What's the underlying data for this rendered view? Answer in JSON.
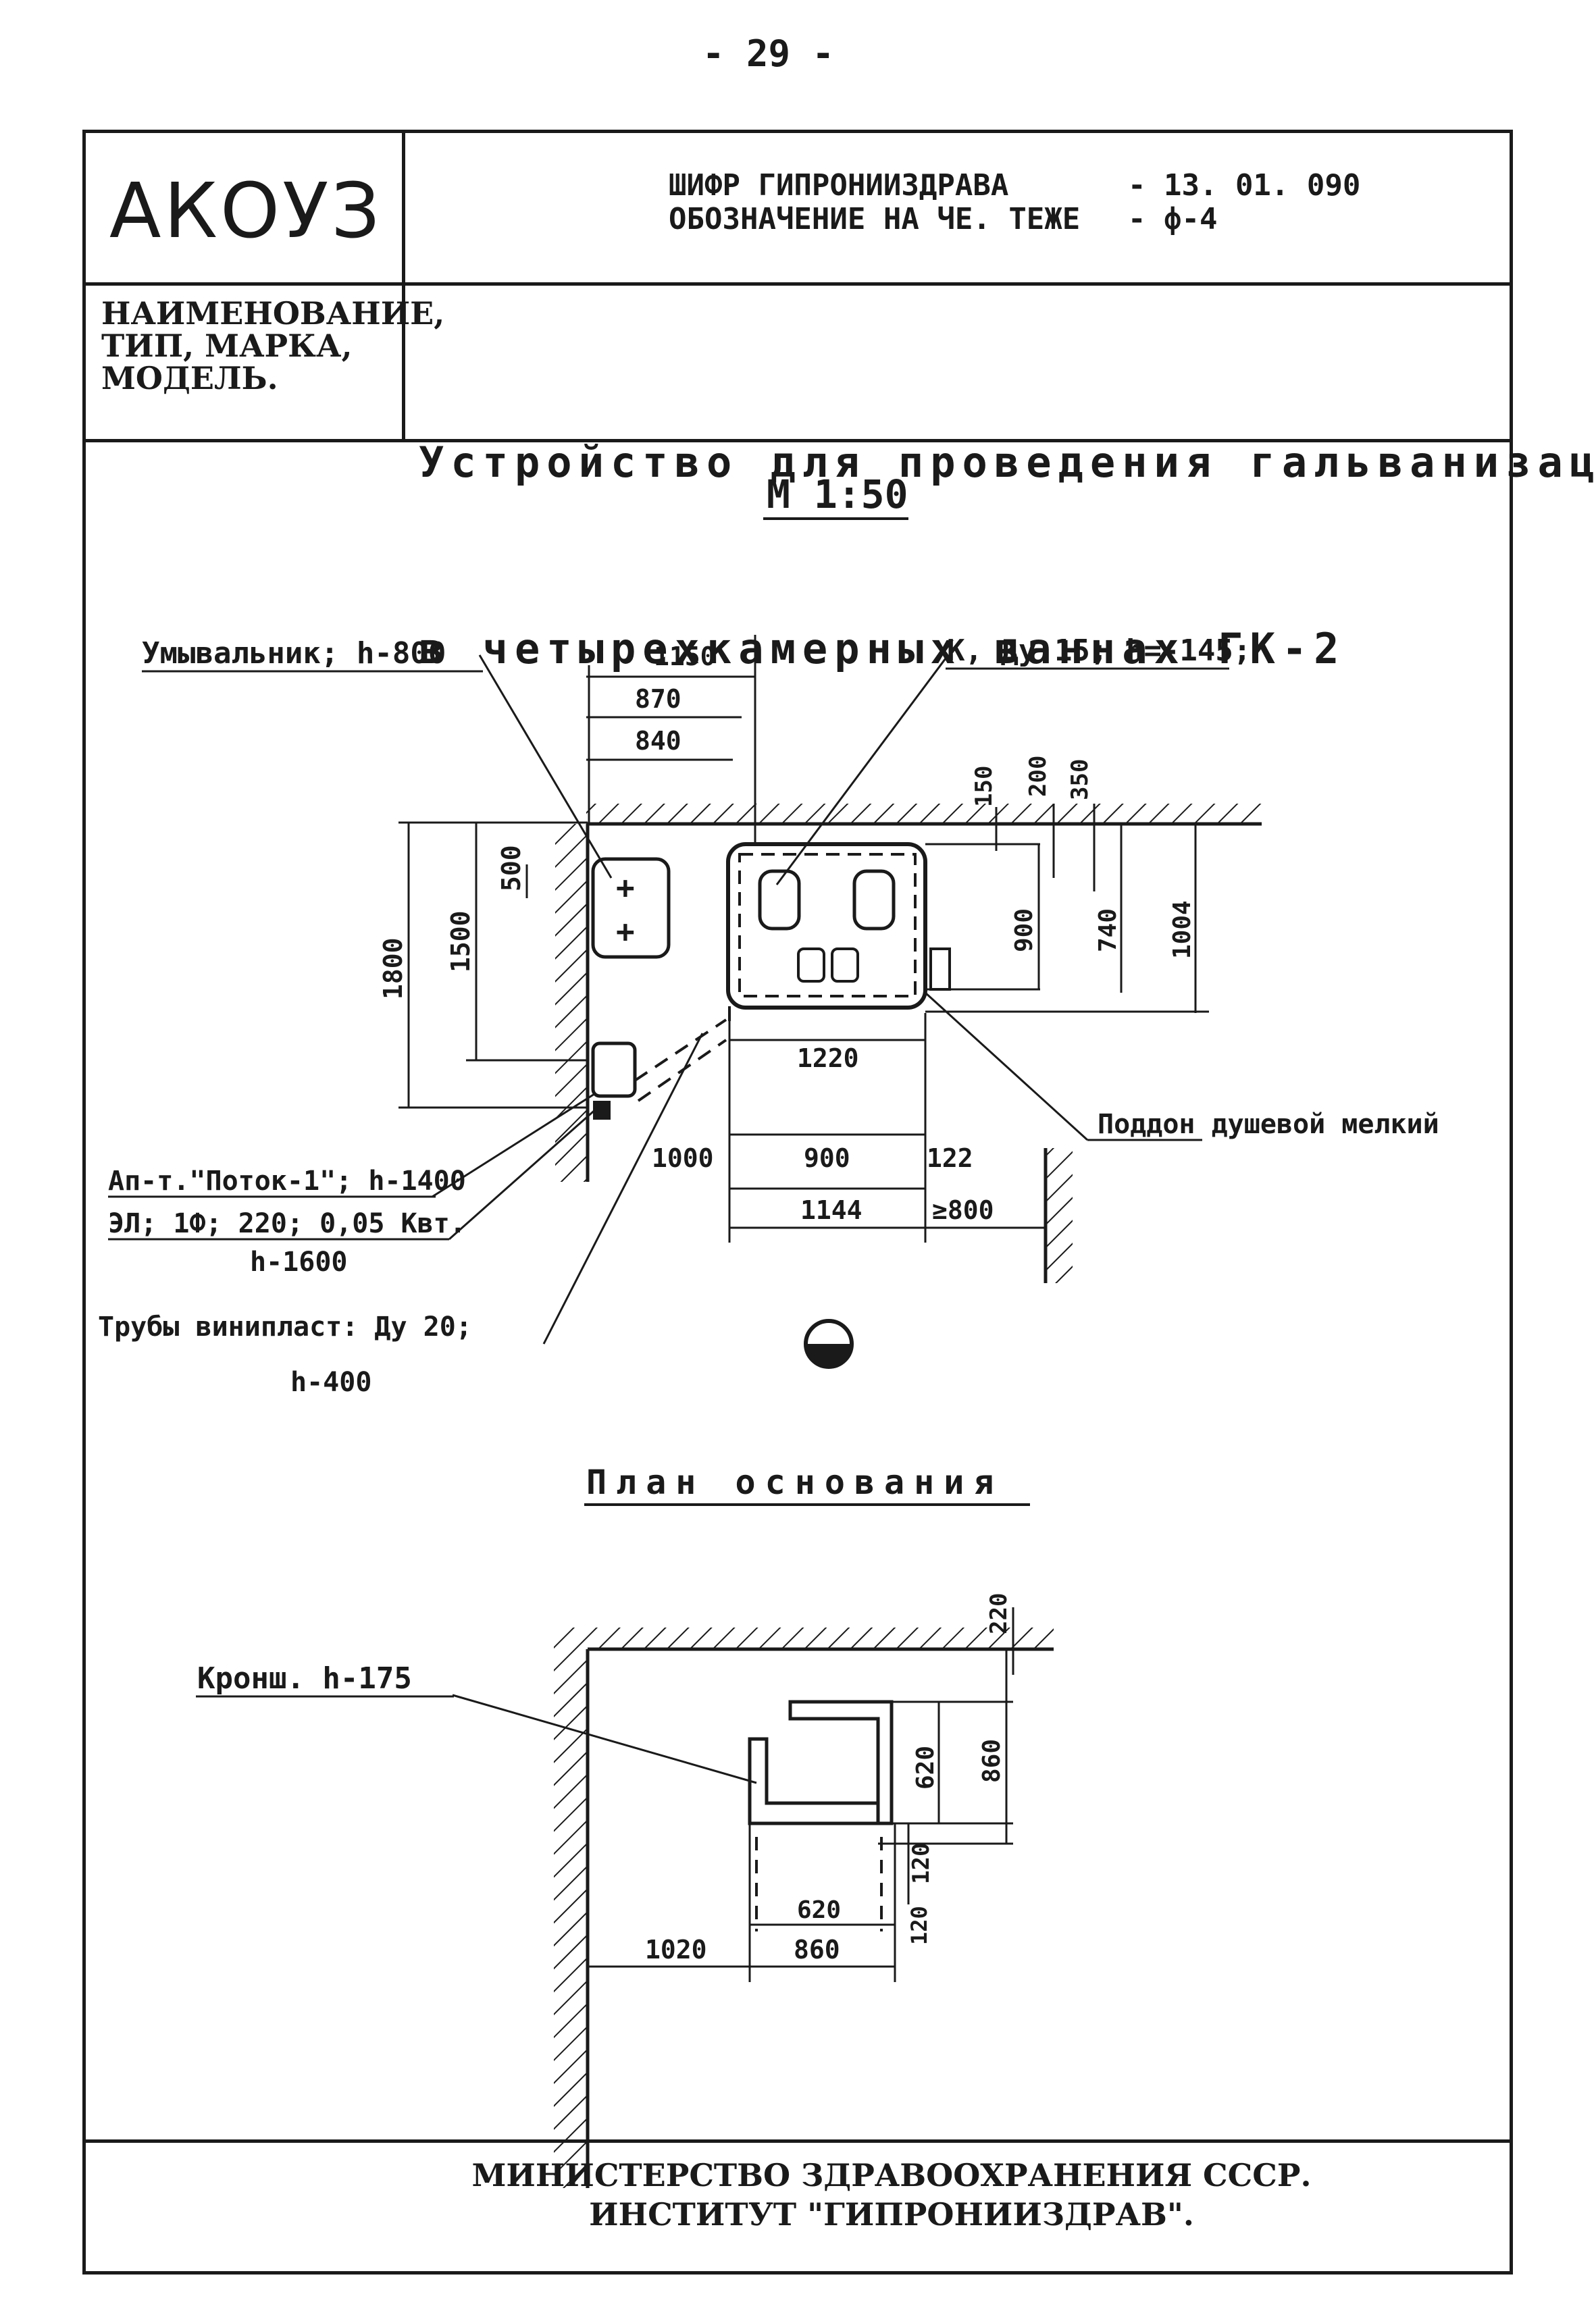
{
  "page_number": "- 29 -",
  "header": {
    "org_code": "АКОУЗ",
    "cipher_label": "ШИФР ГИПРОНИИЗДРАВА",
    "cipher_value": "- 13. 01. 090",
    "designation_label": "ОБОЗНАЧЕНИЕ НА ЧЕ. ТЕЖЕ",
    "designation_value": "- ф-4"
  },
  "name_block": {
    "label_line1": "НАИМЕНОВАНИЕ,",
    "label_line2": "ТИП, МАРКА,",
    "label_line3": "МОДЕЛЬ.",
    "title_line1": "Устройство для проведения гальванизации",
    "title_line2": "в четырехкамерных ваннах ГК-2"
  },
  "plan": {
    "scale": "М 1:50",
    "labels": {
      "washbasin": "Умывальник; h-800",
      "tap": "К, Ду 15; h=-145;",
      "shower_tray": "Поддон душевой мелкий",
      "apparatus": "Ап-т.\"Поток-1\"; h-1400",
      "electrical": "ЭЛ; 1Ф; 220; 0,05 Квт.",
      "electrical_h": "h-1600",
      "pipes": "Трубы винипласт: Ду 20;",
      "pipes_h": "h-400"
    },
    "dims": [
      "1150",
      "870",
      "840",
      "500",
      "1800",
      "1500",
      "150",
      "200",
      "350",
      "900",
      "740",
      "1004",
      "1220",
      "1000",
      "900",
      "122",
      "1144",
      "≥800"
    ]
  },
  "foundation": {
    "title": "План основания",
    "label": "Кронш. h-175",
    "dims": [
      "220",
      "620",
      "860",
      "120",
      "620",
      "120",
      "1020",
      "860"
    ]
  },
  "footer": {
    "line1": "МИНИСТЕРСТВО ЗДРАВООХРАНЕНИЯ СССР.",
    "line2": "ИНСТИТУТ \"ГИПРОНИИЗДРАВ\"."
  }
}
